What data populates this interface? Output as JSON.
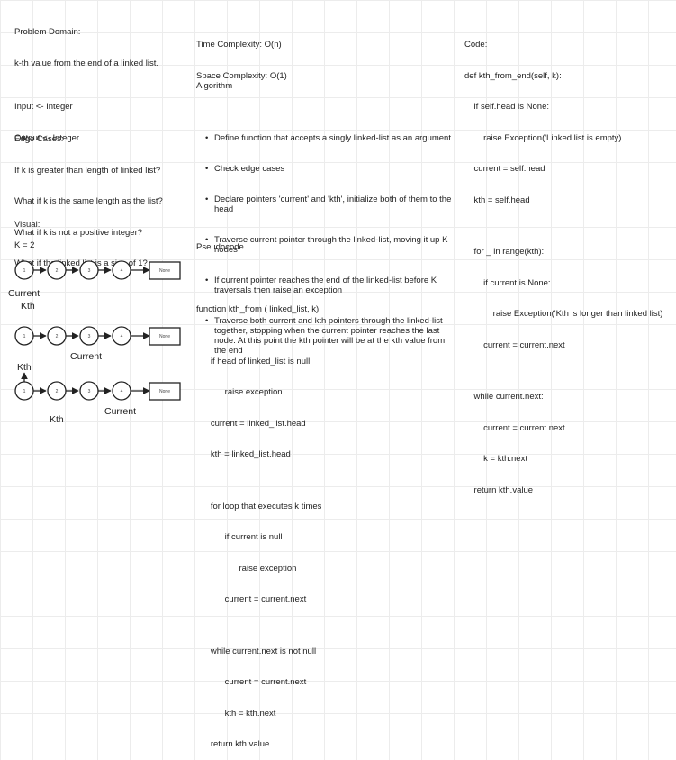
{
  "problem": {
    "heading": "Problem Domain:",
    "description": "k-th value from the end of a linked list."
  },
  "io": {
    "input": "Input <- Integer",
    "output": "Output <- Integer"
  },
  "edge_cases": {
    "heading": "Edge Cases:",
    "items": [
      "If k is greater than length of linked list?",
      "What if k is the same length as the list?",
      "What if k is not a positive integer?",
      "What if the linked list is a size of 1?"
    ]
  },
  "complexity": {
    "time": "Time Complexity: O(n)",
    "space": "Space Complexity: O(1)"
  },
  "algorithm": {
    "heading": "Algorithm",
    "steps": [
      "Define function that accepts a singly linked-list as an argument",
      "Check edge cases",
      "Declare pointers 'current' and 'kth', initialize both of them to the head",
      "Traverse current pointer through the linked-list, moving it up K nodes",
      "If current pointer reaches the end of the linked-list before K traversals then raise an exception",
      "Traverse both current and kth pointers through the linked-list together, stopping when the current pointer reaches the last node. At this point the kth pointer will be at the kth value from the end"
    ]
  },
  "code": {
    "heading": "Code:",
    "lines": [
      "def kth_from_end(self, k):",
      "    if self.head is None:",
      "        raise Exception('Linked list is empty)",
      "    current = self.head",
      "    kth = self.head",
      "",
      "    for _ in range(kth):",
      "        if current is None:",
      "            raise Exception('Kth is longer than linked list)",
      "        current = current.next",
      "",
      "    while current.next:",
      "        current = current.next",
      "        k = kth.next",
      "    return kth.value"
    ]
  },
  "pseudocode": {
    "heading": "Pseudocode",
    "lines": [
      "function kth_from ( linked_list, k)",
      "",
      "      if head of linked_list is null",
      "            raise exception",
      "      current = linked_list.head",
      "      kth = linked_list.head",
      "",
      "      for loop that executes k times",
      "            if current is null",
      "                  raise exception",
      "            current = current.next",
      "",
      "      while current.next is not null",
      "            current = current.next",
      "            kth = kth.next",
      "      return kth.value"
    ]
  },
  "visual": {
    "heading": "Visual:",
    "k_label": "K = 2",
    "node_values": [
      "1",
      "2",
      "3",
      "4"
    ],
    "none_label": "None",
    "row1": {
      "current_label": "Current",
      "kth_label": "Kth"
    },
    "row2": {
      "current_label": "Current"
    },
    "row3": {
      "kth_top_label": "Kth",
      "current_label": "Current",
      "kth_bottom_label": "Kth"
    }
  }
}
